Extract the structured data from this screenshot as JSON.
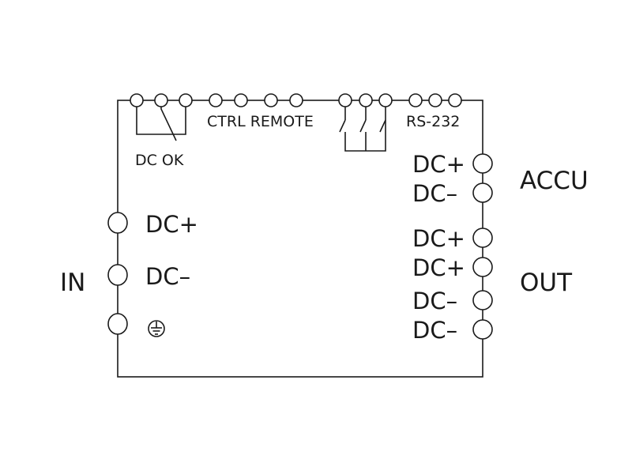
{
  "colors": {
    "line": "#1a1a1a",
    "background": "#ffffff"
  },
  "top_labels": {
    "dc_ok": "DC OK",
    "ctrl_remote": "CTRL REMOTE",
    "rs232": "RS-232"
  },
  "input": {
    "group_label": "IN",
    "terminals": [
      {
        "label": "DC+"
      },
      {
        "label": "DC–"
      },
      {
        "label": "",
        "icon": "ground-icon"
      }
    ]
  },
  "accu": {
    "group_label": "ACCU",
    "terminals": [
      {
        "label": "DC+"
      },
      {
        "label": "DC–"
      }
    ]
  },
  "output": {
    "group_label": "OUT",
    "terminals": [
      {
        "label": "DC+"
      },
      {
        "label": "DC+"
      },
      {
        "label": "DC–"
      },
      {
        "label": "DC–"
      }
    ]
  }
}
